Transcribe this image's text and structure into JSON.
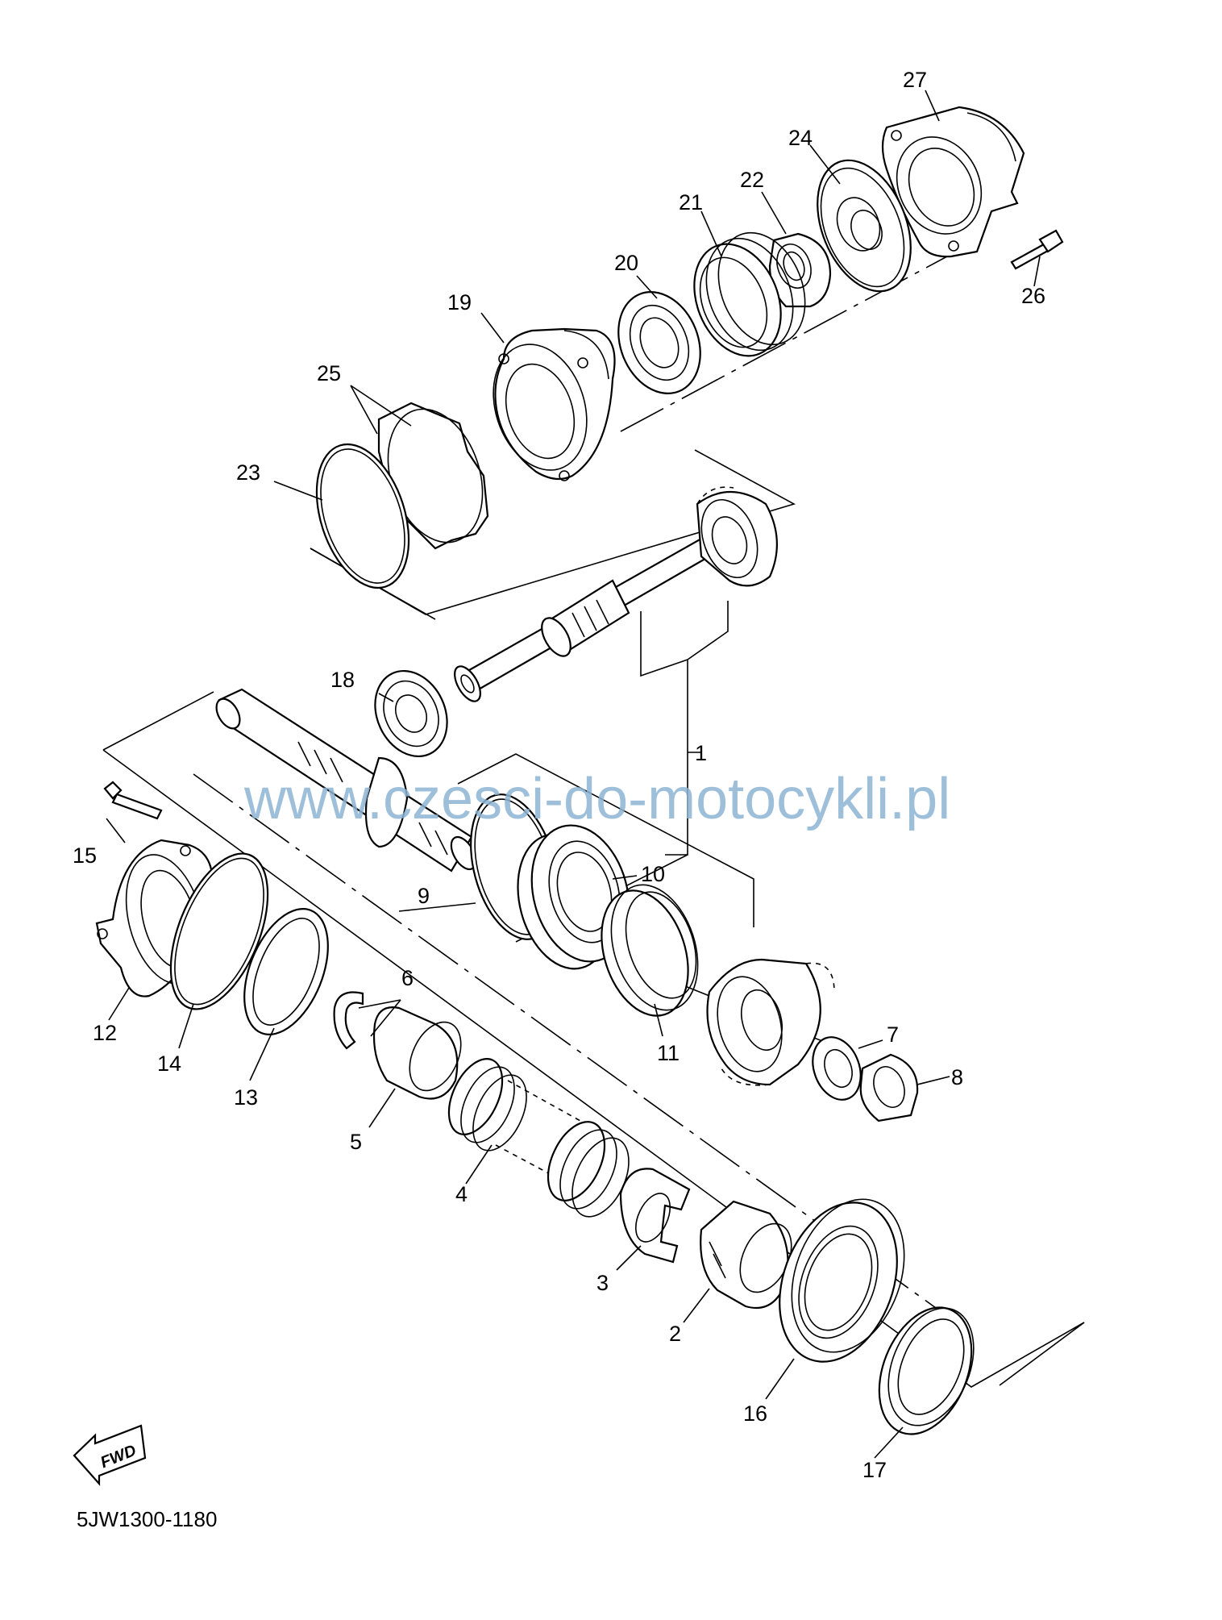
{
  "diagram": {
    "diagram_code": "5JW1300-1180",
    "watermark": "www.czesci-do-motocykli.pl",
    "fwd_label": "FWD",
    "part_numbers": [
      "1",
      "2",
      "3",
      "4",
      "5",
      "6",
      "7",
      "8",
      "9",
      "10",
      "11",
      "12",
      "13",
      "14",
      "15",
      "16",
      "17",
      "18",
      "19",
      "20",
      "21",
      "22",
      "23",
      "24",
      "25",
      "26",
      "27"
    ]
  }
}
